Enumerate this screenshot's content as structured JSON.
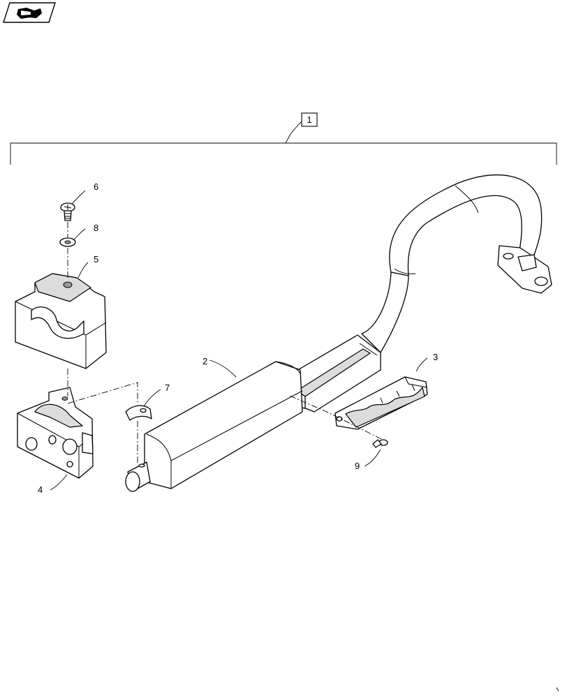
{
  "diagram": {
    "nav_icon": "view-arrow-icon",
    "assembly_callout": "1",
    "callouts": {
      "p2": "2",
      "p3": "3",
      "p4": "4",
      "p5": "5",
      "p6": "6",
      "p7": "7",
      "p8": "8",
      "p9": "9"
    }
  }
}
